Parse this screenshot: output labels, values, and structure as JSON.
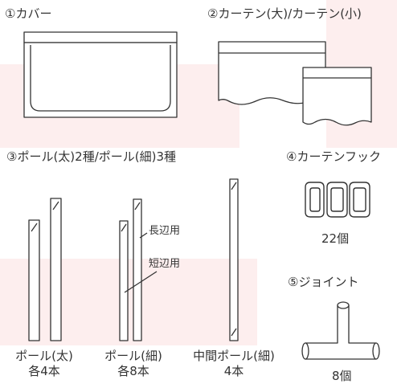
{
  "sections": {
    "cover": {
      "label": "①カバー"
    },
    "curtain": {
      "label": "②カーテン(大)/カーテン(小)"
    },
    "poles": {
      "label": "③ポール(太)2種/ポール(細)3種",
      "long_side": "長辺用",
      "short_side": "短辺用",
      "thick": {
        "name": "ポール(太)",
        "qty": "各4本"
      },
      "thin": {
        "name": "ポール(細)",
        "qty": "各8本"
      },
      "middle": {
        "name": "中間ポール(細)",
        "qty": "4本"
      }
    },
    "hook": {
      "label": "④カーテンフック",
      "qty": "22個"
    },
    "joint": {
      "label": "⑤ジョイント",
      "qty": "8個"
    }
  },
  "colors": {
    "background_band": "#fdeeee",
    "stroke": "#333333"
  }
}
